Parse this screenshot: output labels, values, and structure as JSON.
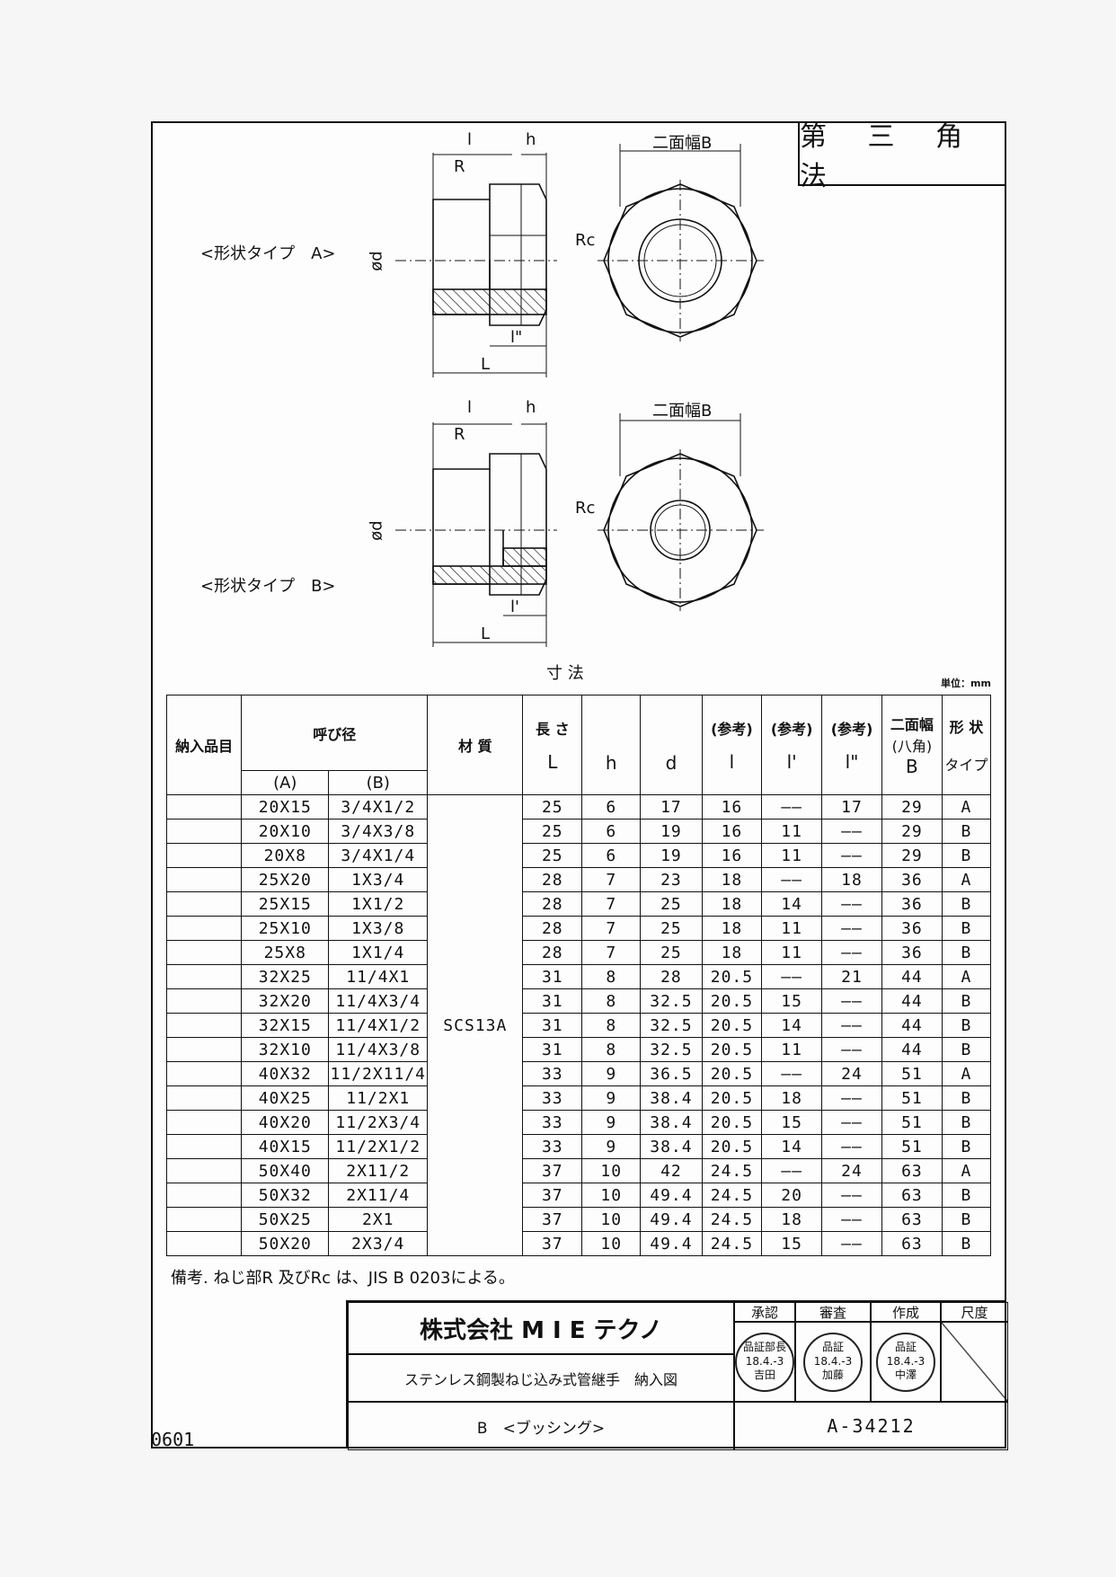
{
  "projection": "第 三 角 法",
  "drawing": {
    "type_a_label": "<形状タイプ　A>",
    "type_b_label": "<形状タイプ　B>",
    "dim_l": "l",
    "dim_h": "h",
    "dim_R": "R",
    "dim_Rc": "Rc",
    "dim_phi_d": "ød",
    "dim_l2": "l\"",
    "dim_l1": "l'",
    "dim_L": "L",
    "width_across_flats": "二面幅B",
    "dimensions_title": "寸 法",
    "unit": "単位：mm"
  },
  "table": {
    "headers": {
      "item": "納入品目",
      "nominal": "呼び径",
      "a": "(A)",
      "b": "(B)",
      "material": "材 質",
      "length": "長 さ",
      "ref": "(参考)",
      "flats": "二面幅",
      "flats_sub": "(八角)",
      "shape": "形 状",
      "shape_sub": "タイプ",
      "L": "L",
      "h": "h",
      "d": "d",
      "l": "l",
      "l1": "l'",
      "l2": "l\"",
      "B": "B"
    },
    "material": "SCS13A",
    "rows": [
      [
        "20X15",
        "3/4X1/2",
        "25",
        "6",
        "17",
        "16",
        "——",
        "17",
        "29",
        "A"
      ],
      [
        "20X10",
        "3/4X3/8",
        "25",
        "6",
        "19",
        "16",
        "11",
        "——",
        "29",
        "B"
      ],
      [
        "20X8",
        "3/4X1/4",
        "25",
        "6",
        "19",
        "16",
        "11",
        "——",
        "29",
        "B"
      ],
      [
        "25X20",
        "1X3/4",
        "28",
        "7",
        "23",
        "18",
        "——",
        "18",
        "36",
        "A"
      ],
      [
        "25X15",
        "1X1/2",
        "28",
        "7",
        "25",
        "18",
        "14",
        "——",
        "36",
        "B"
      ],
      [
        "25X10",
        "1X3/8",
        "28",
        "7",
        "25",
        "18",
        "11",
        "——",
        "36",
        "B"
      ],
      [
        "25X8",
        "1X1/4",
        "28",
        "7",
        "25",
        "18",
        "11",
        "——",
        "36",
        "B"
      ],
      [
        "32X25",
        "11/4X1",
        "31",
        "8",
        "28",
        "20.5",
        "——",
        "21",
        "44",
        "A"
      ],
      [
        "32X20",
        "11/4X3/4",
        "31",
        "8",
        "32.5",
        "20.5",
        "15",
        "——",
        "44",
        "B"
      ],
      [
        "32X15",
        "11/4X1/2",
        "31",
        "8",
        "32.5",
        "20.5",
        "14",
        "——",
        "44",
        "B"
      ],
      [
        "32X10",
        "11/4X3/8",
        "31",
        "8",
        "32.5",
        "20.5",
        "11",
        "——",
        "44",
        "B"
      ],
      [
        "40X32",
        "11/2X11/4",
        "33",
        "9",
        "36.5",
        "20.5",
        "——",
        "24",
        "51",
        "A"
      ],
      [
        "40X25",
        "11/2X1",
        "33",
        "9",
        "38.4",
        "20.5",
        "18",
        "——",
        "51",
        "B"
      ],
      [
        "40X20",
        "11/2X3/4",
        "33",
        "9",
        "38.4",
        "20.5",
        "15",
        "——",
        "51",
        "B"
      ],
      [
        "40X15",
        "11/2X1/2",
        "33",
        "9",
        "38.4",
        "20.5",
        "14",
        "——",
        "51",
        "B"
      ],
      [
        "50X40",
        "2X11/2",
        "37",
        "10",
        "42",
        "24.5",
        "——",
        "24",
        "63",
        "A"
      ],
      [
        "50X32",
        "2X11/4",
        "37",
        "10",
        "49.4",
        "24.5",
        "20",
        "——",
        "63",
        "B"
      ],
      [
        "50X25",
        "2X1",
        "37",
        "10",
        "49.4",
        "24.5",
        "18",
        "——",
        "63",
        "B"
      ],
      [
        "50X20",
        "2X3/4",
        "37",
        "10",
        "49.4",
        "24.5",
        "15",
        "——",
        "63",
        "B"
      ]
    ]
  },
  "note": "備考. ねじ部R 及びRc は、JIS B 0203による。",
  "title_block": {
    "company": "株式会社 M I E テクノ",
    "title": "ステンレス鋼製ねじ込み式管継手　納入図",
    "subtitle": "B　<ブッシング>",
    "approve": "承認",
    "review": "審査",
    "create": "作成",
    "scale": "尺度",
    "stamps": [
      {
        "dept": "品証部長",
        "date": "18.4.-3",
        "name": "吉田"
      },
      {
        "dept": "品証",
        "date": "18.4.-3",
        "name": "加藤"
      },
      {
        "dept": "品証",
        "date": "18.4.-3",
        "name": "中澤"
      }
    ],
    "drawing_no": "A-34212"
  },
  "revision": "0601"
}
